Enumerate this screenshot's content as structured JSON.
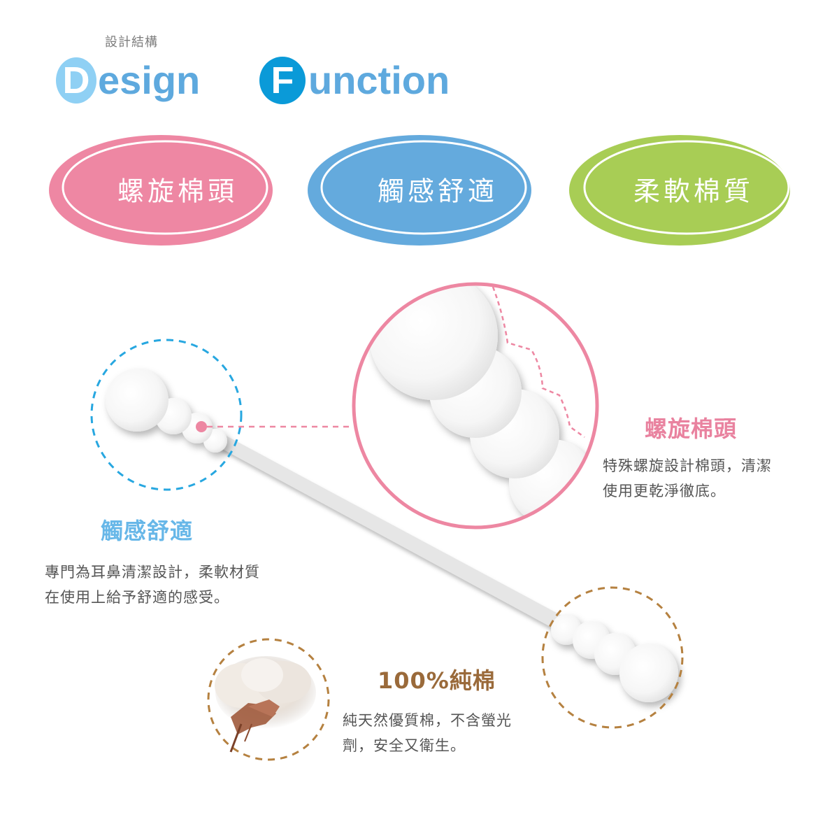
{
  "header": {
    "subtitle": "設計結構",
    "design": {
      "cap": "D",
      "rest": "esign",
      "cap_color": "#8fd0f4"
    },
    "function": {
      "cap": "F",
      "rest": "unction",
      "cap_color": "#0a9ad8"
    },
    "text_color": "#5ea9de"
  },
  "pills": [
    {
      "label": "螺旋棉頭",
      "color": "#ee87a3"
    },
    {
      "label": "觸感舒適",
      "color": "#64aadd"
    },
    {
      "label": "柔軟棉質",
      "color": "#a8cd55"
    }
  ],
  "features": {
    "spiral": {
      "title": "螺旋棉頭",
      "color": "#e9829f",
      "desc_lines": [
        "特殊螺旋設計棉頭，清潔",
        "使用更乾淨徹底。"
      ]
    },
    "comfort": {
      "title": "觸感舒適",
      "color": "#67b7e8",
      "desc_lines": [
        "專門為耳鼻清潔設計，柔軟材質",
        "在使用上給予舒適的感受。"
      ]
    },
    "cotton": {
      "title": "100%純棉",
      "color": "#9a6a3a",
      "desc_lines": [
        "純天然優質棉，不含螢光",
        "劑，安全又衛生。"
      ]
    }
  },
  "illustration": {
    "stick_color": "#e6e6e6",
    "blue_dash_color": "#27a7e0",
    "pink_ring_color": "#ed87a2",
    "brown_dash_color": "#b58140"
  }
}
